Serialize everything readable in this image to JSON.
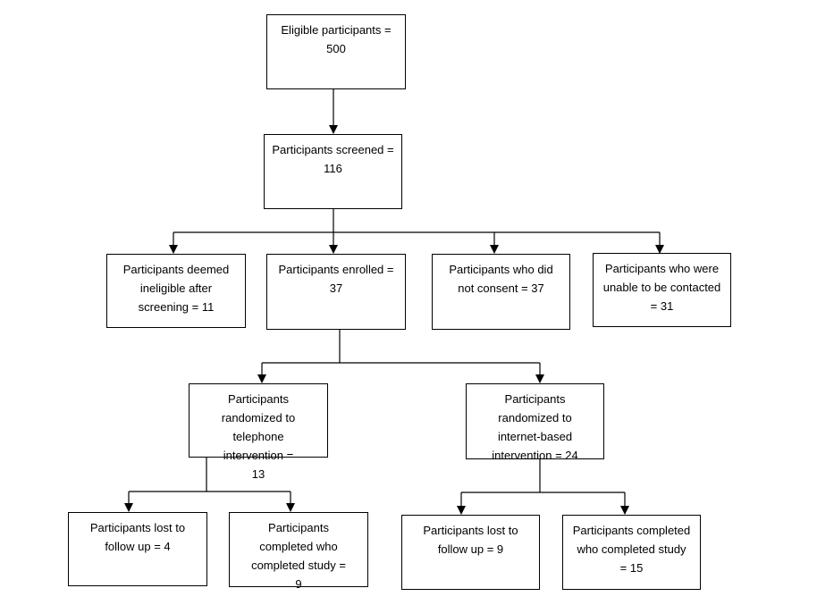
{
  "flowchart": {
    "colors": {
      "line": "#000000",
      "box_border": "#000000",
      "background": "#ffffff"
    },
    "eligible": {
      "text": "Eligible participants = 500"
    },
    "screened": {
      "text": "Participants screened = 116"
    },
    "ineligible": {
      "text": "Participants deemed ineligible after screening = 11"
    },
    "enrolled": {
      "text": "Participants enrolled = 37"
    },
    "no_consent": {
      "text": "Participants who did not consent = 37"
    },
    "uncontacted": {
      "text": "Participants who were unable to be contacted = 31"
    },
    "telephone_arm": {
      "text": "Participants randomized to telephone intervention = 13"
    },
    "internet_arm": {
      "text": "Participants randomized to internet-based intervention = 24"
    },
    "telephone_lost": {
      "text": "Participants lost to follow up = 4"
    },
    "telephone_completed": {
      "text": "Participants completed who completed study = 9"
    },
    "internet_lost": {
      "text": "Participants lost to follow up = 9"
    },
    "internet_completed": {
      "text": "Participants completed who completed study = 15"
    }
  }
}
